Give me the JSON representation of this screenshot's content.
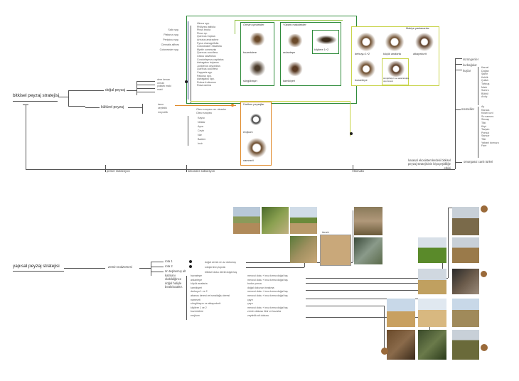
{
  "top": {
    "root": "bitkisel peyzaj stratejisi",
    "dogal": "doğal peyzaj",
    "kulturel": "kültürel peyzaj",
    "dogal_items": [
      "dere kenarı",
      "orman",
      "yüksek maki",
      "maki"
    ],
    "kulturel_items": [
      "tarım",
      "zeytinlik",
      "meyvelik"
    ],
    "left_species": [
      "Salix spp.",
      "Platanus spp.",
      "Periploca spp.",
      "Clematis alfines",
      "Cotoneaster spp."
    ],
    "species": [
      "Ulmus spp.",
      "Phillyrea latifolia",
      "Pinus brutia",
      "Pinus sp.",
      "Quercus trojana",
      "Arbutus andrachne",
      "Pyrus elaeagnifolia",
      "Cotoneaster rifacifolia",
      "Myrtle communis",
      "Quercus coccifera",
      "Cistus salvifolius",
      "Condothymus capitatus",
      "Astragalus trojanus",
      "Juniperus oxycedrus",
      "Quercus coccifera",
      "Capparis spp.",
      "Paliurus spp.",
      "Astragalus spp.",
      "Rubus fruticosus",
      "Rosa canina"
    ],
    "olea": [
      "Olea europea var. oleaster",
      "Olea europea"
    ],
    "fruit": [
      "Kayısı",
      "Nektar",
      "Ayva",
      "Ceviz",
      "Nar",
      "Badem",
      "İncir"
    ],
    "box_orman": {
      "title": "Orman içindekiler",
      "items": [
        "bozentdere",
        "süngübayırı"
      ]
    },
    "box_yuksek": {
      "title": "Yüksek makidekiler",
      "items": [
        "ardantepe",
        "kilçilere 1+2",
        "karnikiyeri"
      ]
    },
    "box_maki": {
      "title": "Makiye paslananlar",
      "items": [
        "derkuyu 1+2",
        "küçük anafarta",
        "alkayırdurtt",
        "bozantepe",
        "süngübayırı ve selamuluğa uşu deresi"
      ]
    },
    "box_uretken": {
      "title": "Üretken peyzajlar",
      "items": [
        "erojkum",
        "namezrti"
      ]
    },
    "fauna": [
      "sürüngenler",
      "kurbağalar",
      "kuşlar"
    ],
    "birds": [
      "Karcal",
      "Doğan",
      "Şahin",
      "Keklik",
      "Çulluk",
      "Tahkuş",
      "Martı",
      "Sumru",
      "Bülbül",
      "Ardıç"
    ],
    "mammals_label": "memeliler",
    "mammals": [
      "Ay",
      "Karaca",
      "Kılları kızıl",
      "Su samuru",
      "Sincap",
      "Tilki",
      "Kirpi",
      "Tavşan",
      "Porsuk",
      "Sansar",
      "Tilki",
      "Yabani domuzu",
      "Fare"
    ],
    "omurgasiz": "omurgasız canlı türleri",
    "karasal": "karasal ekosistemlerdeki bitkisel peyzaj stratejisinin biyoçeşitliliğe etkisi",
    "timeline": [
      "primer süksesyon",
      "sekonder süksesyon",
      "klimaks"
    ]
  },
  "bottom": {
    "root": "yapısal peyzaj stratejisi",
    "zemin": "zemin malzemesi",
    "rota": [
      "rota 1",
      "rota 2",
      "ön taşlanmış alt katmanı olabildiğince doğal haliyle bırakılacaktır."
    ],
    "top_lines": [
      "doğal zemin en az dokunuş",
      "sıkıştırılmış toprak",
      "bitkisel doku direkt doğal taş"
    ],
    "places": [
      "havratepe",
      "ardantepe",
      "küçük anafarta",
      "karnikiyeri",
      "derkuyu 1 ve 2",
      "abanos deresi ve ismailoğlu deresi",
      "namezrti",
      "süngübayırı ve alkayırdurtt",
      "kilçilere 1 ve 2",
      "bozentdere",
      "erojkum"
    ],
    "materials": [
      "mevcut doku + inca kırma doğal taş",
      "mevcut doku + inca kırma doğal taş",
      "bodur yonca",
      "doğal dokunun bırakma",
      "mevcut doku + inca kırma doğal taş",
      "mevcut doku + inca kırma doğal taş",
      "çayır",
      "çayır",
      "mevcut doku + inca kırma doğal taş",
      "zemin dokusu ilinir ve kuzalra",
      "zeytinlik alt dokusu"
    ],
    "sample_label": "örnek"
  },
  "colors": {
    "green": "#2e8b3a",
    "lime": "#c8d44a",
    "olive": "#8bbf3c",
    "orange": "#e08a2a",
    "navy": "#1f3a7a",
    "tan": "#c9a87a",
    "dot_brown": "#9a6a3a"
  }
}
